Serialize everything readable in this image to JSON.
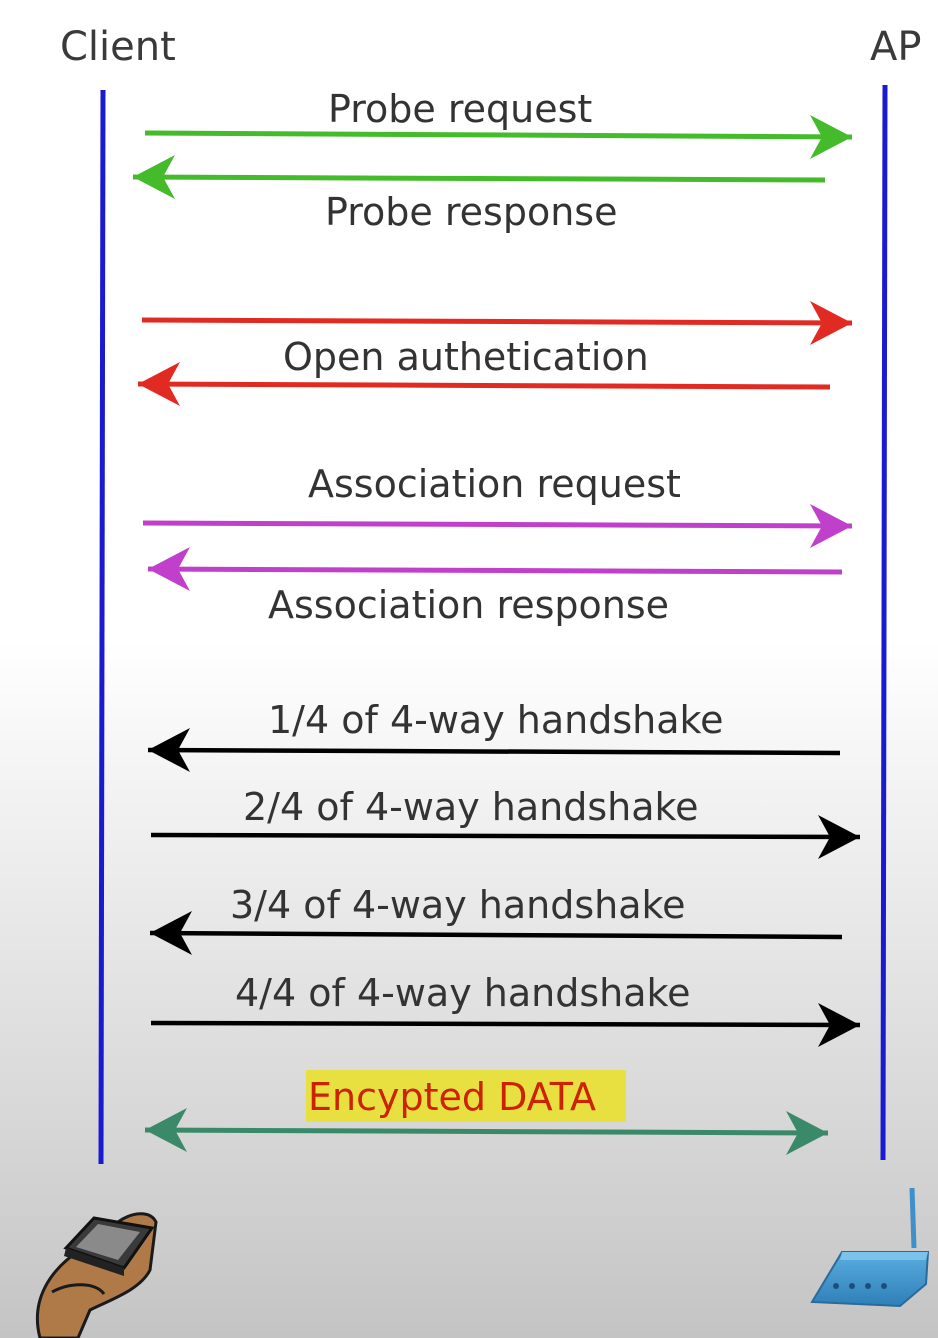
{
  "actors": {
    "client": "Client",
    "ap": "AP"
  },
  "colors": {
    "lifeline": "#1a1ad0",
    "probe": "#44bb2a",
    "auth": "#e02a22",
    "assoc": "#c040cc",
    "handshake": "#000000",
    "data": "#3a8a6a",
    "highlight": "#e8e040"
  },
  "messages": [
    {
      "label": "Probe request",
      "direction": "to-ap",
      "color": "probe"
    },
    {
      "label": "Probe response",
      "direction": "to-client",
      "color": "probe"
    },
    {
      "label": "",
      "direction": "to-ap",
      "color": "auth"
    },
    {
      "label": "Open authetication",
      "direction": "to-client",
      "color": "auth"
    },
    {
      "label": "Association request",
      "direction": "to-ap",
      "color": "assoc"
    },
    {
      "label": "Association response",
      "direction": "to-client",
      "color": "assoc"
    },
    {
      "label": "1/4 of 4-way handshake",
      "direction": "to-client",
      "color": "handshake"
    },
    {
      "label": "2/4 of 4-way handshake",
      "direction": "to-ap",
      "color": "handshake"
    },
    {
      "label": "3/4 of 4-way handshake",
      "direction": "to-client",
      "color": "handshake"
    },
    {
      "label": "4/4 of 4-way handshake",
      "direction": "to-ap",
      "color": "handshake"
    },
    {
      "label": "Encypted DATA",
      "direction": "both",
      "color": "data",
      "highlighted": true
    }
  ],
  "icons": {
    "client": "handheld-device-icon",
    "ap": "wireless-router-icon"
  }
}
